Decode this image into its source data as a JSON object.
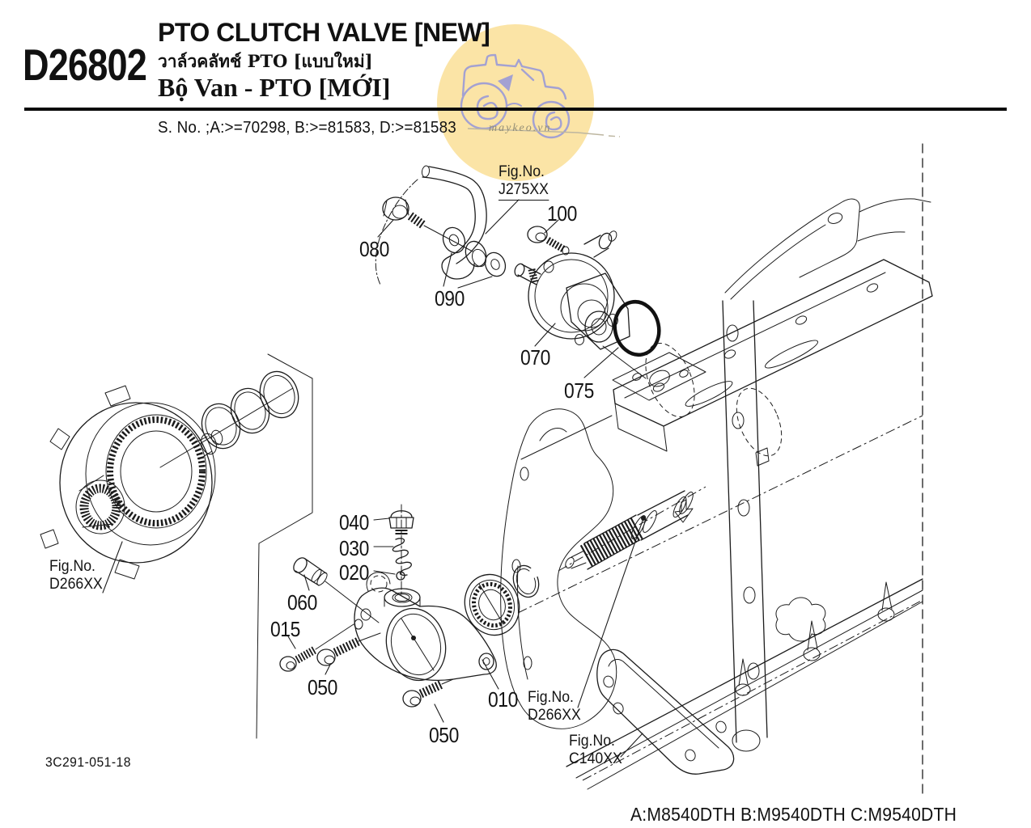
{
  "header": {
    "code": "D26802",
    "title_en": "PTO CLUTCH VALVE [NEW]",
    "title_th": "วาล์วคลัทช์ PTO [แบบใหม่]",
    "title_vi": "Bộ Van - PTO [MỚI]",
    "serial_note": "S. No. ;A:>=70298, B:>=81583, D:>=81583"
  },
  "watermark": {
    "site": "maykeo.vn",
    "circle_color": "#FBE4A6",
    "tractor_color": "#A3A1D2",
    "text_color": "#938E76"
  },
  "figure": {
    "drawing_number": "3C291-051-18",
    "model_note": "A:M8540DTH B:M9540DTH C:M9540DTH",
    "callouts": {
      "c080": "080",
      "c090": "090",
      "c100": "100",
      "c070": "070",
      "c075": "075",
      "c040": "040",
      "c030": "030",
      "c020": "020",
      "c060": "060",
      "c015": "015",
      "c050a": "050",
      "c050b": "050",
      "c010": "010"
    },
    "fig_refs": {
      "label": "Fig.No.",
      "j275": "J275XX",
      "d266_left": "D266XX",
      "d266_right": "D266XX",
      "c140": "C140XX"
    }
  }
}
